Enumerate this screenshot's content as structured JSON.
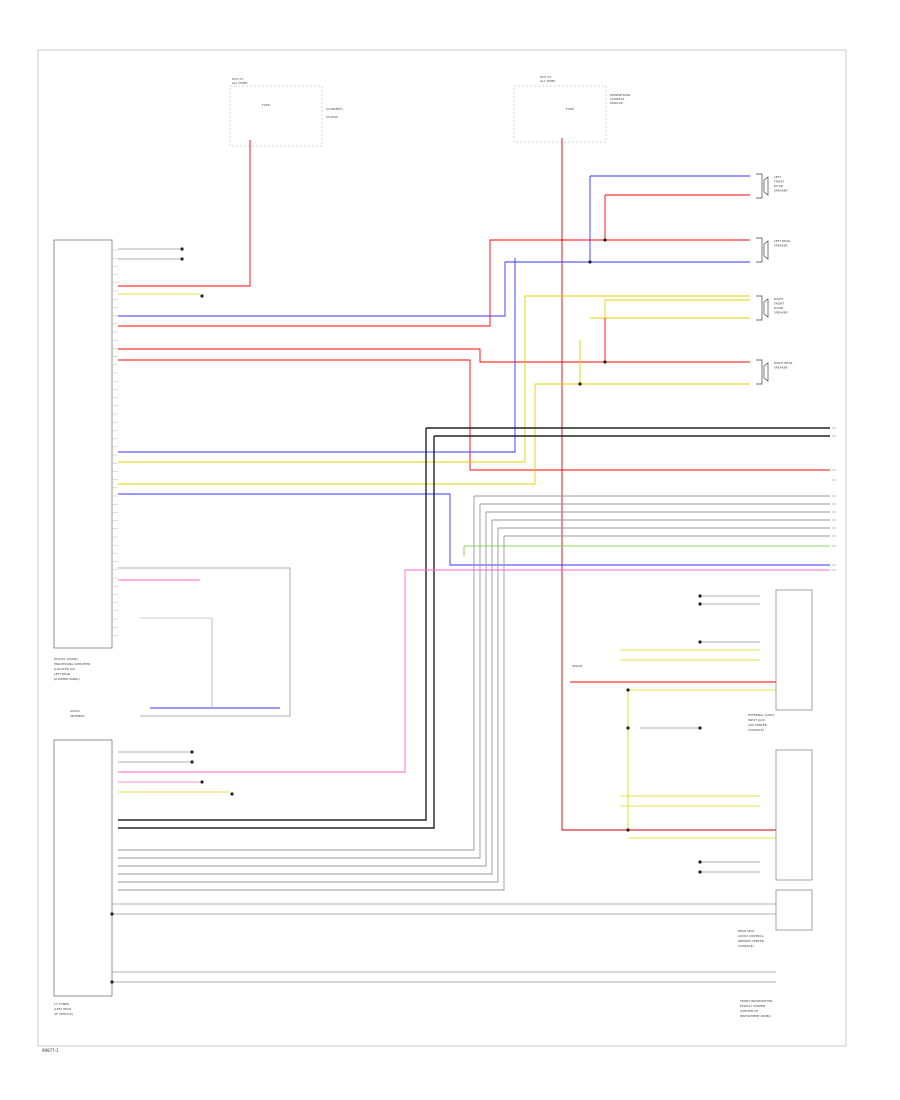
{
  "page_ref": "99877-1",
  "fuses": [
    {
      "header": [
        "HOT AT",
        "ALL TIMES"
      ],
      "rating": "FUSE",
      "desc": [
        "(CURRENT)",
        "",
        "ACCESS"
      ]
    },
    {
      "header": [
        "HOT AT",
        "ALL TIMES"
      ],
      "rating": "FUSE",
      "desc": [
        "POWERTRAIN",
        "CONTROL",
        "MODULE"
      ]
    }
  ],
  "module_labels": {
    "radio": [
      "DIGITAL SOUND",
      "PROCESSING AMPLIFIER",
      "(LOCATED ON",
      "LEFT REAR",
      "QUARTER PANEL)"
    ],
    "antenna": [
      "AUDIO",
      "ANTENNA"
    ],
    "tuner": [
      "TV TUNER",
      "(LEFT REAR",
      "OF VEHICLE)"
    ],
    "sub_amp": [
      "EXTERNAL AUDIO",
      "INPUT JACK",
      "(ON CENTER",
      "CONSOLE)"
    ],
    "bottom_right": [
      "FRONT INFORMATION",
      "DISPLAY SCREEN",
      "(CENTER OF",
      "INSTRUMENT PANEL)"
    ],
    "rear_module": [
      "REAR SEAT",
      "AUDIO CONTROL",
      "(BEHIND CENTER",
      "CONSOLE)"
    ],
    "hub": [
      "SPLICE"
    ]
  },
  "speakers": [
    {
      "label": [
        "LEFT",
        "FRONT",
        "DOOR",
        "SPEAKER"
      ]
    },
    {
      "label": [
        "LEFT REAR",
        "SPEAKER"
      ]
    },
    {
      "label": [
        "RIGHT",
        "FRONT",
        "DOOR",
        "SPEAKER"
      ]
    },
    {
      "label": [
        "RIGHT REAR",
        "SPEAKER"
      ]
    }
  ],
  "legend": {
    "colors": {
      "red": "#ff0000",
      "pink": "#ff66cc",
      "blue": "#3333ff",
      "yellow": "#e6d200",
      "green": "#66cc33",
      "gray": "#999999",
      "black": "#222222",
      "dark_red": "#cc0000"
    }
  }
}
